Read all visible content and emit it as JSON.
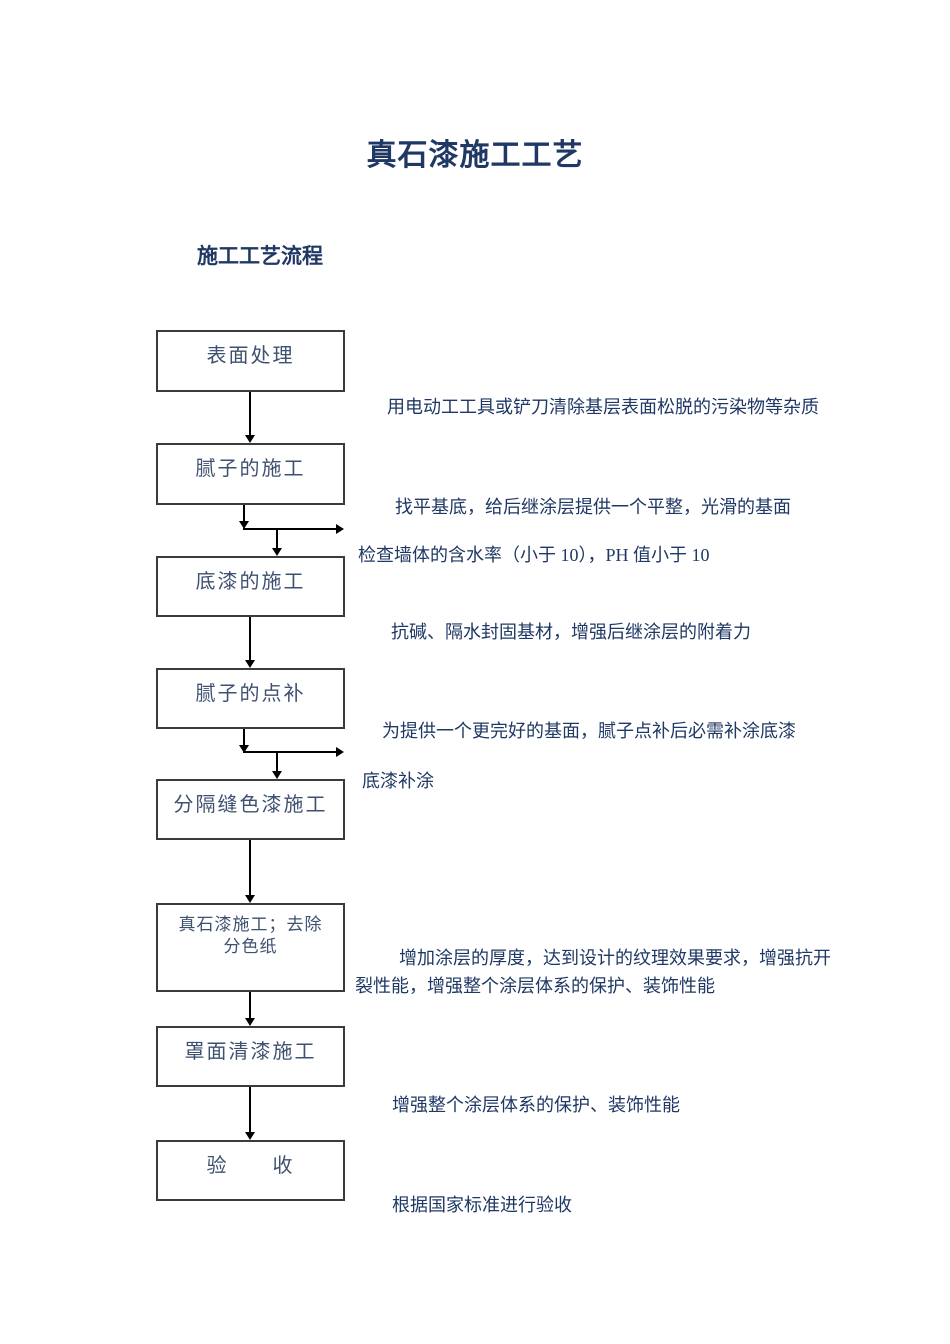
{
  "page": {
    "title": "真石漆施工工艺",
    "heading": "施工工艺流程"
  },
  "colors": {
    "title_text": "#1F3864",
    "annotation_text": "#1F3864",
    "box_label_text": "#3E5170",
    "box_border": "#3B3B3B",
    "arrow": "#000000",
    "background": "#FFFFFF"
  },
  "flowchart": {
    "boxes": [
      {
        "label": "表面处理"
      },
      {
        "label": "腻子的施工"
      },
      {
        "label": "底漆的施工"
      },
      {
        "label": "腻子的点补"
      },
      {
        "label": "分隔缝色漆施工"
      },
      {
        "label": "真石漆施工；去除分色纸"
      },
      {
        "label": "罩面清漆施工"
      },
      {
        "label": "验　　收"
      }
    ],
    "annotations": [
      {
        "text": "用电动工工具或铲刀清除基层表面松脱的污染物等杂质"
      },
      {
        "text": "找平基底，给后继涂层提供一个平整，光滑的基面"
      },
      {
        "text": "检查墙体的含水率（小于 10），PH 值小于 10"
      },
      {
        "text": "抗碱、隔水封固基材，增强后继涂层的附着力"
      },
      {
        "text": "为提供一个更完好的基面，腻子点补后必需补涂底漆"
      },
      {
        "text": "底漆补涂"
      },
      {
        "text": "增加涂层的厚度，达到设计的纹理效果要求，增强抗开裂性能，增强整个涂层体系的保护、装饰性能"
      },
      {
        "text": "增强整个涂层体系的保护、装饰性能"
      },
      {
        "text": "根据国家标准进行验收"
      }
    ]
  }
}
